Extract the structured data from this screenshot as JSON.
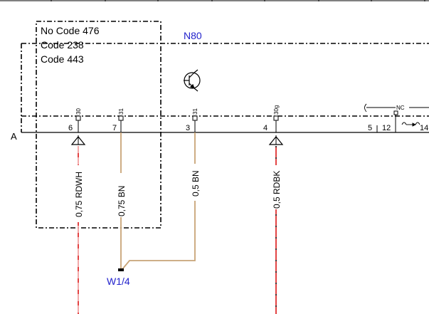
{
  "component": {
    "id": "N80",
    "conditions": [
      "No  Code 476",
      "Code 238",
      "Code 443"
    ]
  },
  "connector": {
    "label": "A",
    "pins": [
      {
        "pin": "6",
        "terminal": "30"
      },
      {
        "pin": "7",
        "terminal": "31"
      },
      {
        "pin": "3",
        "terminal": "31"
      },
      {
        "pin": "4",
        "terminal": "30g"
      },
      {
        "pin": "5",
        "terminal": ""
      },
      {
        "pin": "12",
        "terminal": ""
      },
      {
        "pin": "14",
        "terminal": ""
      }
    ],
    "nc_label": "NC"
  },
  "wires": [
    {
      "label": "0,75 RDWH",
      "color": "red-white"
    },
    {
      "label": "0,75 BN",
      "color": "brown"
    },
    {
      "label": "0,5 BN",
      "color": "brown"
    },
    {
      "label": "0,5 RDBK",
      "color": "red-black"
    }
  ],
  "ground_point": "W1/4",
  "colors": {
    "line": "#000000",
    "component_label": "#2222cc",
    "brown_wire": "#c8a477",
    "red_wire": "#e03030",
    "red_wire_dash": "#f2a0a0"
  }
}
